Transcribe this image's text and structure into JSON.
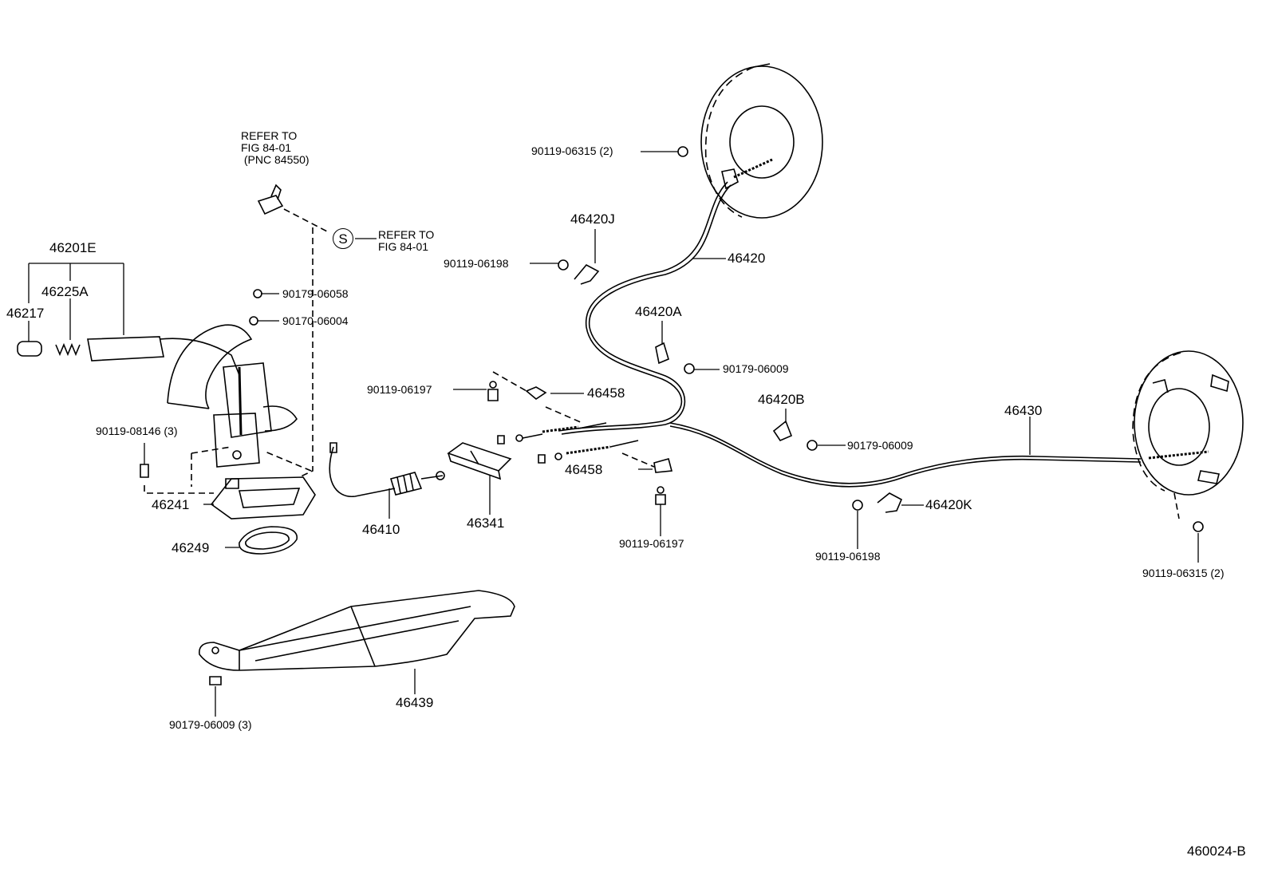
{
  "diagram_id": "460024-B",
  "refer_notes": {
    "switch_note": "REFER TO\nFIG 84-01\n (PNC 84550)",
    "s_note": "REFER TO\nFIG 84-01",
    "s_symbol": "S"
  },
  "labels": {
    "p46201E": "46201E",
    "p46225A": "46225A",
    "p46217": "46217",
    "p90179_06058": "90179-06058",
    "p90170_06004": "90170-06004",
    "p90119_08146": "90119-08146 (3)",
    "p46241": "46241",
    "p46249": "46249",
    "p46410": "46410",
    "p46341": "46341",
    "p90119_06197a": "90119-06197",
    "p90119_06197b": "90119-06197",
    "p46458a": "46458",
    "p46458b": "46458",
    "p90119_06315a": "90119-06315 (2)",
    "p90119_06315b": "90119-06315 (2)",
    "p46420J": "46420J",
    "p90119_06198a": "90119-06198",
    "p90119_06198b": "90119-06198",
    "p46420": "46420",
    "p46420A": "46420A",
    "p90179_06009a": "90179-06009",
    "p90179_06009b": "90179-06009",
    "p90179_06009c": "90179-06009 (3)",
    "p46420B": "46420B",
    "p46430": "46430",
    "p46420K": "46420K",
    "p46439": "46439"
  }
}
